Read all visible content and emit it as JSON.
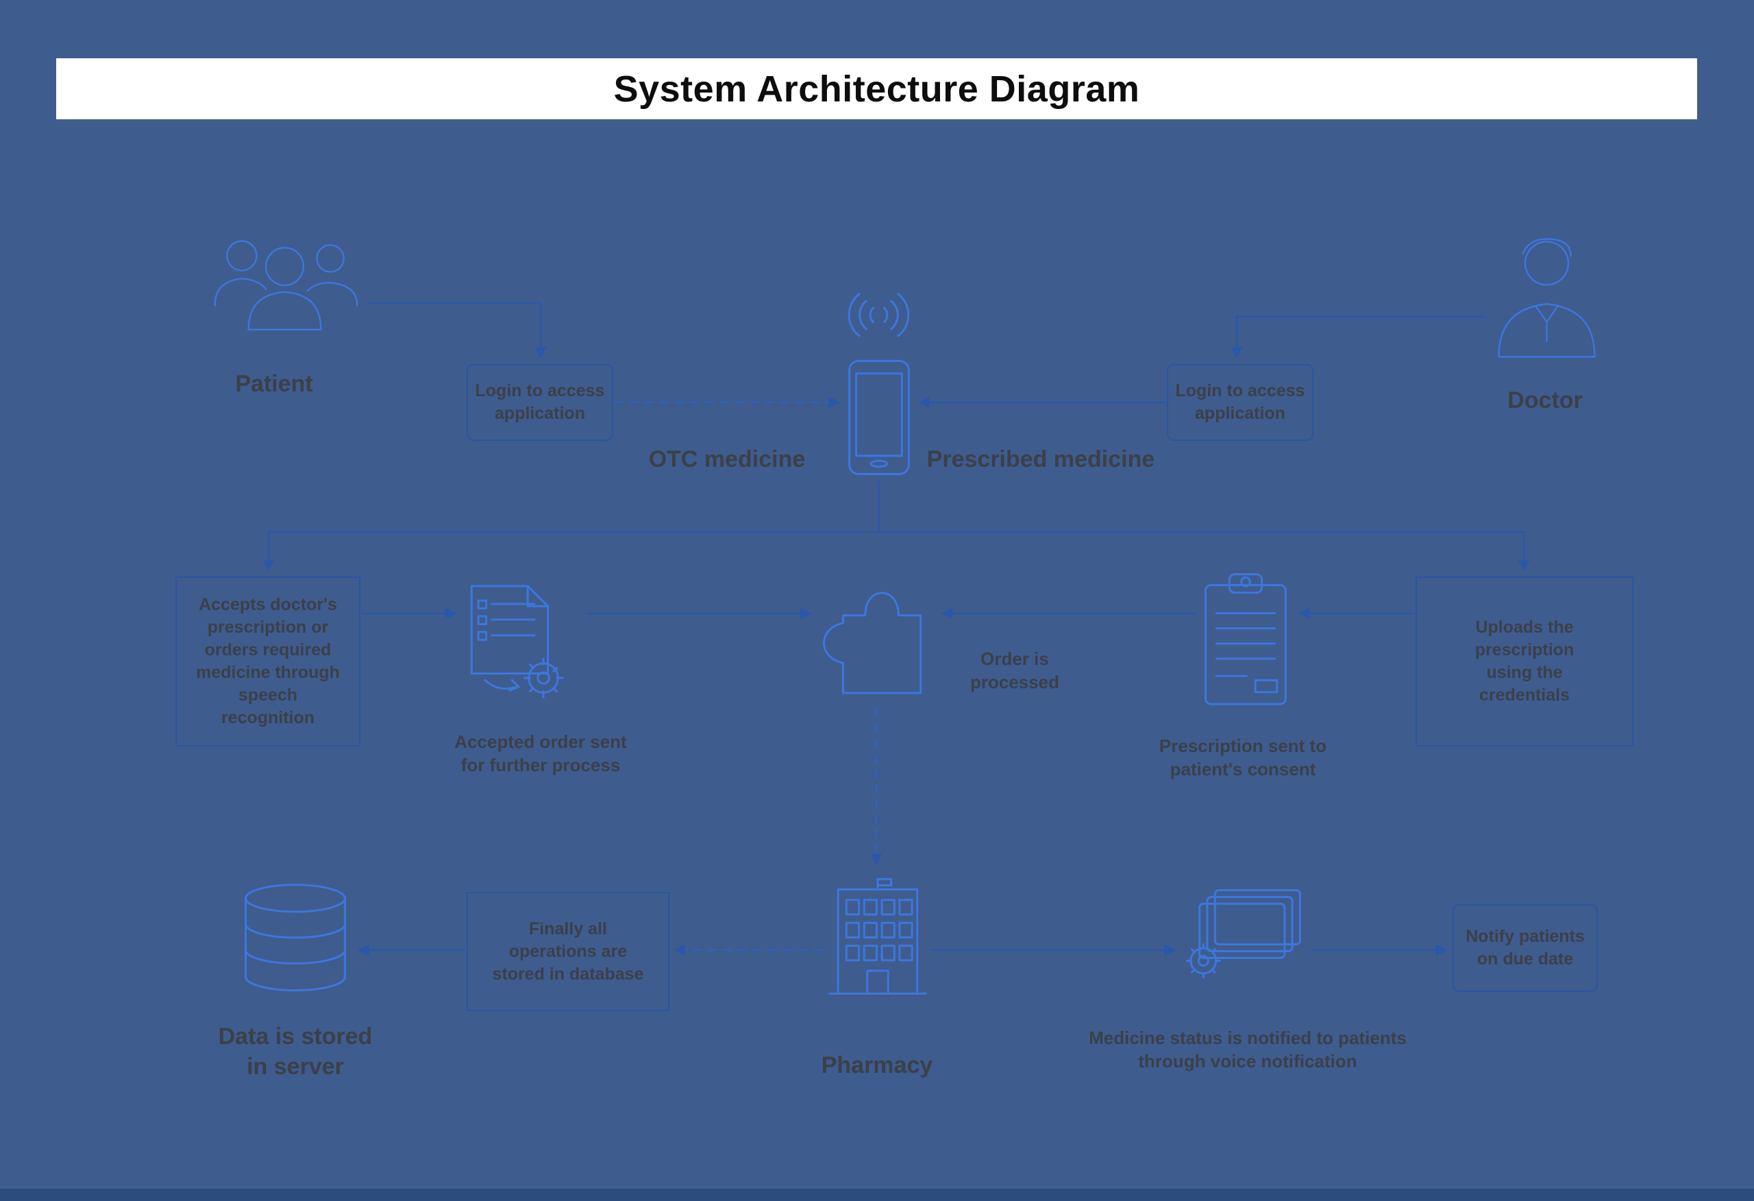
{
  "title": "System Architecture Diagram",
  "colors": {
    "background": "#3e5c8e",
    "titlebar_bg": "#ffffff",
    "title_text": "#0d0d0d",
    "icon_stroke": "#3d77dc",
    "connector": "#2a58a8",
    "box_border": "#2b55a0",
    "label_text": "#3b4049"
  },
  "nodes": {
    "patient": {
      "label": "Patient",
      "icon": "people-group-icon"
    },
    "doctor": {
      "label": "Doctor",
      "icon": "person-icon"
    },
    "login_left": {
      "label": "Login to access application"
    },
    "login_right": {
      "label": "Login to access application"
    },
    "app": {
      "icon": "smartphone-icon",
      "signal_icon": "wireless-signal-icon",
      "left_label": "OTC medicine",
      "right_label": "Prescribed medicine"
    },
    "accepts": {
      "label": "Accepts doctor's prescription or orders required medicine through speech recognition"
    },
    "accepted_order": {
      "label": "Accepted order sent for further process",
      "icon": "order-document-gear-icon"
    },
    "order_processed": {
      "label": "Order is processed",
      "icon": "puzzle-piece-icon"
    },
    "prescription_sent": {
      "label": "Prescription sent to patient's consent",
      "icon": "prescription-clipboard-icon"
    },
    "uploads": {
      "label": "Uploads the prescription using the credentials"
    },
    "data_stored": {
      "label": "Data is stored in server",
      "icon": "database-icon"
    },
    "finally_db": {
      "label": "Finally all operations are stored in database"
    },
    "pharmacy": {
      "label": "Pharmacy",
      "icon": "pharmacy-building-icon"
    },
    "medicine_status": {
      "label": "Medicine status is notified to patients through voice notification",
      "icon": "notification-cards-gear-icon"
    },
    "notify": {
      "label": "Notify patients on due date"
    }
  }
}
